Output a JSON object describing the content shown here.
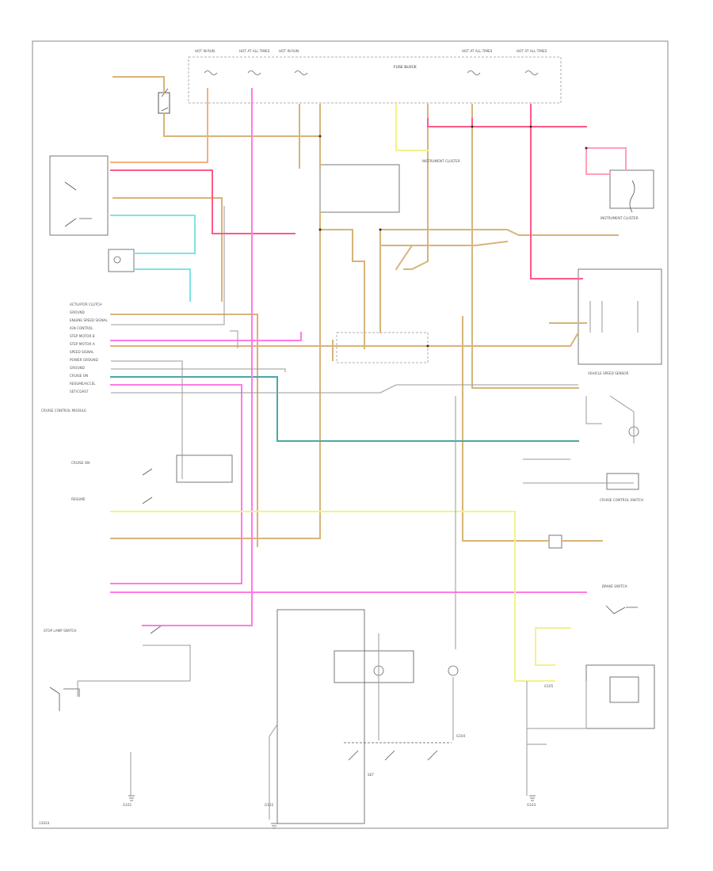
{
  "diagram": {
    "code": "13024",
    "colors": {
      "tan": "#d7b47a",
      "orange": "#f4b27a",
      "pink": "#ff7fa6",
      "red": "#ff5a86",
      "cyan": "#7fe3e6",
      "teal": "#4aa7a8",
      "magenta": "#ff7be6",
      "yellow": "#f3f28a",
      "gray": "#9a9a9a",
      "frame": "#8a8a8a"
    },
    "labels": {
      "hot_in_run_1": "HOT IN RUN",
      "hot_at_all_times_1": "HOT AT ALL TIMES",
      "hot_in_run_2": "HOT IN RUN",
      "hot_at_all_times_2": "HOT AT ALL TIMES",
      "hot_at_all_times_3": "HOT AT ALL TIMES",
      "fuse_block": "FUSE BLOCK",
      "instrument_cluster_1": "INSTRUMENT CLUSTER",
      "instrument_cluster_2": "INSTRUMENT CLUSTER",
      "cruise_control_switch": "CRUISE CONTROL SWITCH",
      "cruise_control_module": "CRUISE CONTROL MODULE",
      "vehicle_speed_sensor": "VEHICLE SPEED SENSOR",
      "brake_switch": "BRAKE SWITCH",
      "stop_lamp_switch": "STOP LAMP SWITCH",
      "cruise_on": "CRUISE ON",
      "resume": "RESUME",
      "set": "SET",
      "g101": "G101",
      "g102": "G102",
      "g103": "G103",
      "g104": "G104",
      "g105": "G105"
    },
    "module_pins": [
      "ACTUATOR CLUTCH",
      "GROUND",
      "ENGINE SPEED SIGNAL",
      "IGN CONTROL",
      "STEP MOTOR B",
      "STEP MOTOR A",
      "SPEED SIGNAL",
      "POWER GROUND",
      "GROUND",
      "CRUISE ON",
      "RESUME/ACCEL",
      "SET/COAST"
    ]
  }
}
